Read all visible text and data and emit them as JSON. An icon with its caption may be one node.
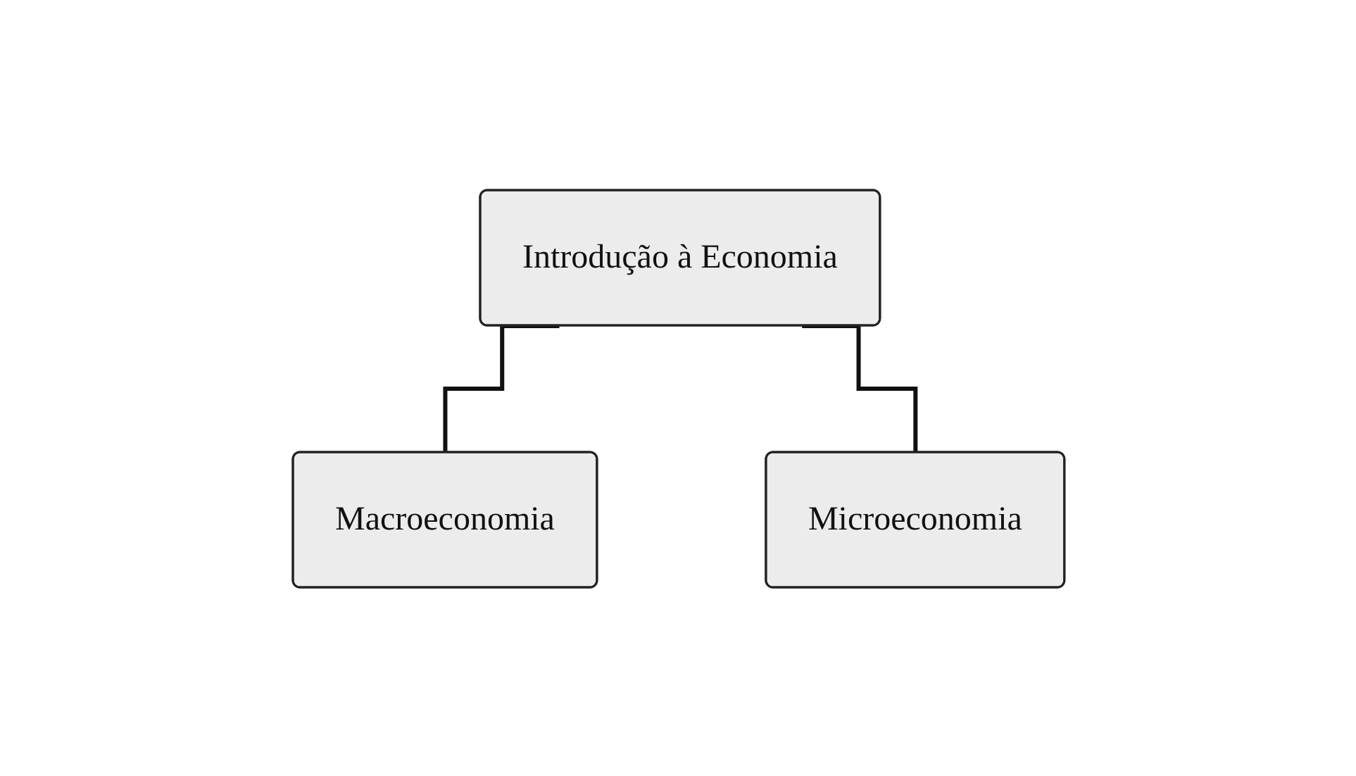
{
  "diagram": {
    "nodes": [
      {
        "text": [
          "Introdução à Economia"
        ]
      },
      {
        "text": [
          "Macroeconomia"
        ]
      },
      {
        "text": [
          "Microeconomia"
        ]
      }
    ],
    "edges": [
      {
        "from": 0,
        "to": 1,
        "arrow": "none"
      },
      {
        "from": 0,
        "to": 2,
        "arrow": "none"
      }
    ]
  }
}
